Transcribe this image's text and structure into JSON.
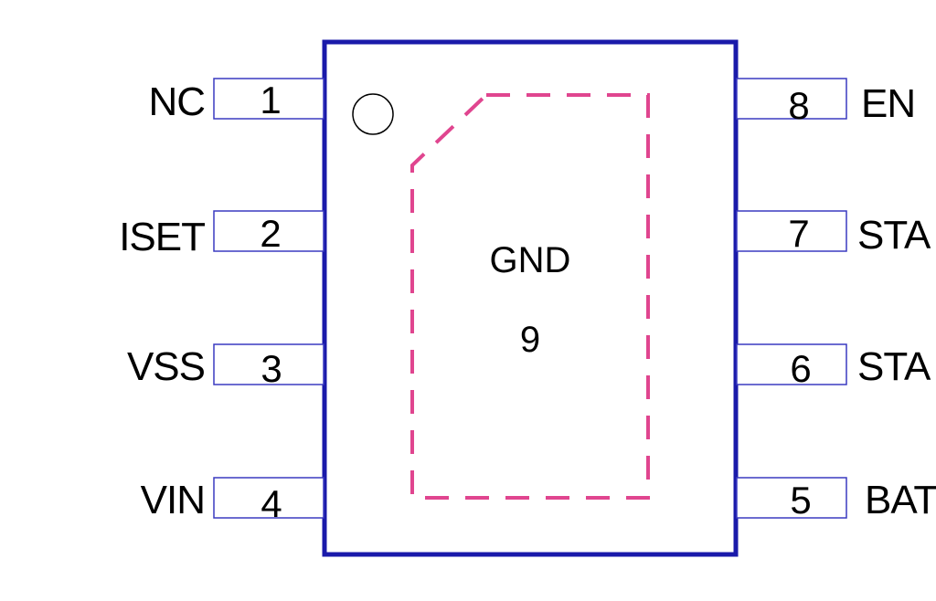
{
  "colors": {
    "body_outline": "#1a1aaa",
    "pin_outline": "#3a3ac0",
    "exposed_pad": "#e0458f",
    "text": "#000000"
  },
  "left_pins": [
    {
      "number": "1",
      "label": "NC"
    },
    {
      "number": "2",
      "label": "ISET"
    },
    {
      "number": "3",
      "label": "VSS"
    },
    {
      "number": "4",
      "label": "VIN"
    }
  ],
  "right_pins": [
    {
      "number": "8",
      "label": "EN"
    },
    {
      "number": "7",
      "label": "STA"
    },
    {
      "number": "6",
      "label": "STA"
    },
    {
      "number": "5",
      "label": "BAT"
    }
  ],
  "exposed_pad": {
    "label": "GND",
    "number": "9"
  }
}
